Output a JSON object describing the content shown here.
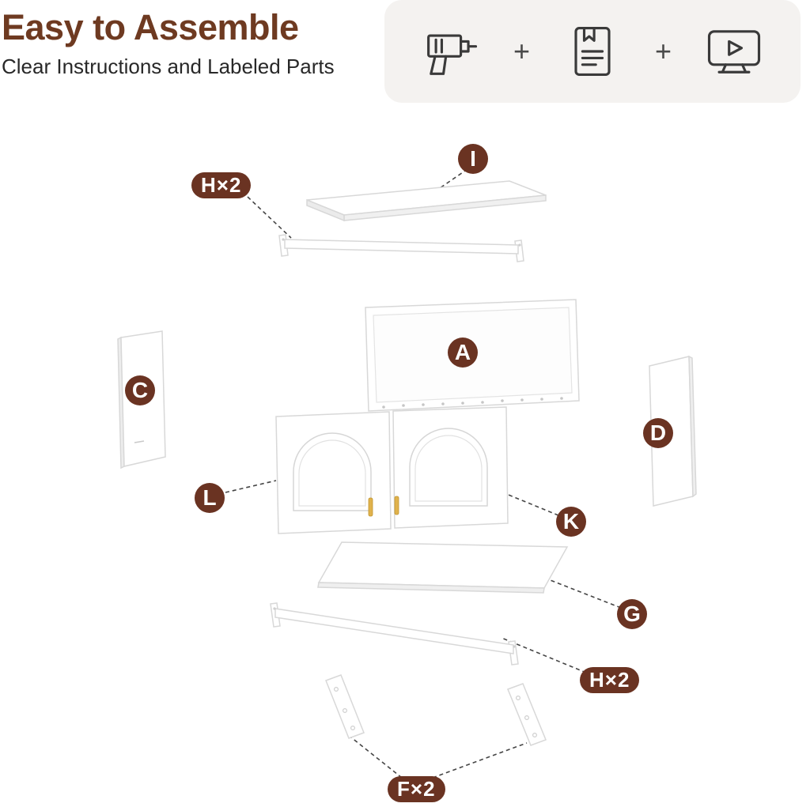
{
  "header": {
    "title": "Easy to Assemble",
    "subtitle": "Clear Instructions and Labeled Parts"
  },
  "features": {
    "plus_1": "+",
    "plus_2": "+",
    "icons": [
      {
        "name": "drill-icon"
      },
      {
        "name": "instruction-manual-icon"
      },
      {
        "name": "video-tutorial-icon"
      }
    ]
  },
  "parts": {
    "top_panel": "I",
    "rail_top": "H×2",
    "back_panel": "A",
    "side_left": "C",
    "side_right": "D",
    "door_left": "L",
    "door_right": "K",
    "shelf": "G",
    "rail_bottom": "H×2",
    "brackets": "F×2"
  },
  "colors": {
    "accent_brown": "#6A3322",
    "title_brown": "#6E3A21",
    "panel_bg": "#F4F2F0",
    "handle_gold": "#E0B24C",
    "part_outline": "#D8D8D8"
  }
}
